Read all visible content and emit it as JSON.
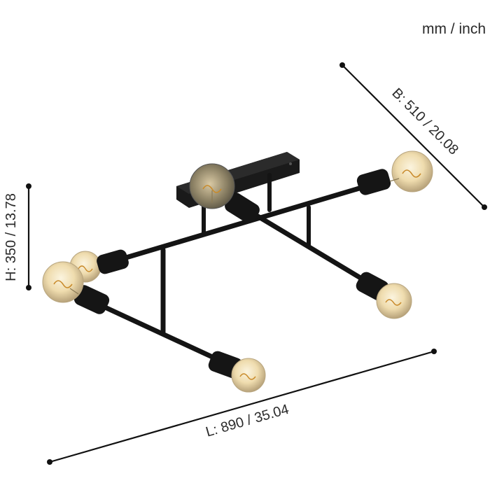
{
  "units": "mm / inch",
  "dimensions": {
    "height": "H: 350 / 13.78",
    "width": "B: 510 / 20.08",
    "length": "L: 890 / 35.04"
  },
  "colors": {
    "metal": "#141414",
    "bulb_glass": "#f1e2bd",
    "filament": "#c98a2a",
    "ink": "#111111"
  }
}
